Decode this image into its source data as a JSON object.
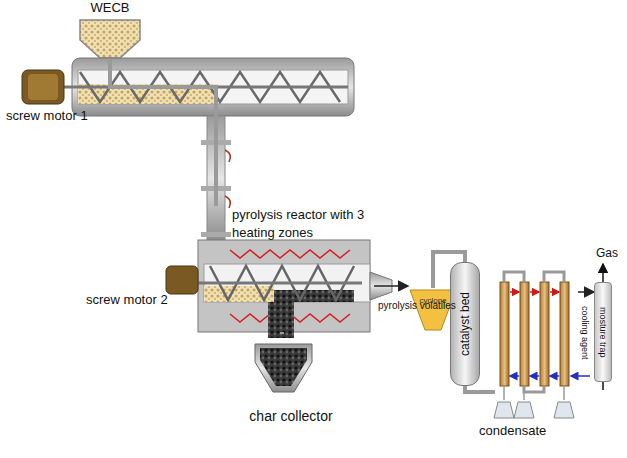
{
  "diagram": {
    "nodes": [
      {
        "text": [
          "WECB"
        ]
      },
      {
        "text": [
          "pyrolysis reactor with 3 heating zones"
        ]
      },
      {
        "text": [
          "char collector"
        ]
      },
      {
        "text": [
          "cyclone"
        ]
      },
      {
        "text": [
          "catalyst bed"
        ]
      },
      {
        "text": [
          "condensate"
        ]
      },
      {
        "text": [
          "mosture trap"
        ]
      }
    ],
    "edges": [
      {
        "from": 0,
        "to": 1,
        "arrow": "none"
      },
      {
        "from": 1,
        "to": 2,
        "arrow": "none"
      },
      {
        "from": 1,
        "to": 3,
        "label": "pyrolysis volatiles",
        "arrow": "to"
      },
      {
        "from": 3,
        "to": 4,
        "arrow": "none"
      },
      {
        "from": 4,
        "to": 5,
        "arrow": "none"
      },
      {
        "from": 5,
        "to": 6,
        "arrow": "to"
      }
    ],
    "labels": [
      "screw motor 1",
      "screw motor 2",
      "cooling agent",
      "Gas"
    ]
  }
}
